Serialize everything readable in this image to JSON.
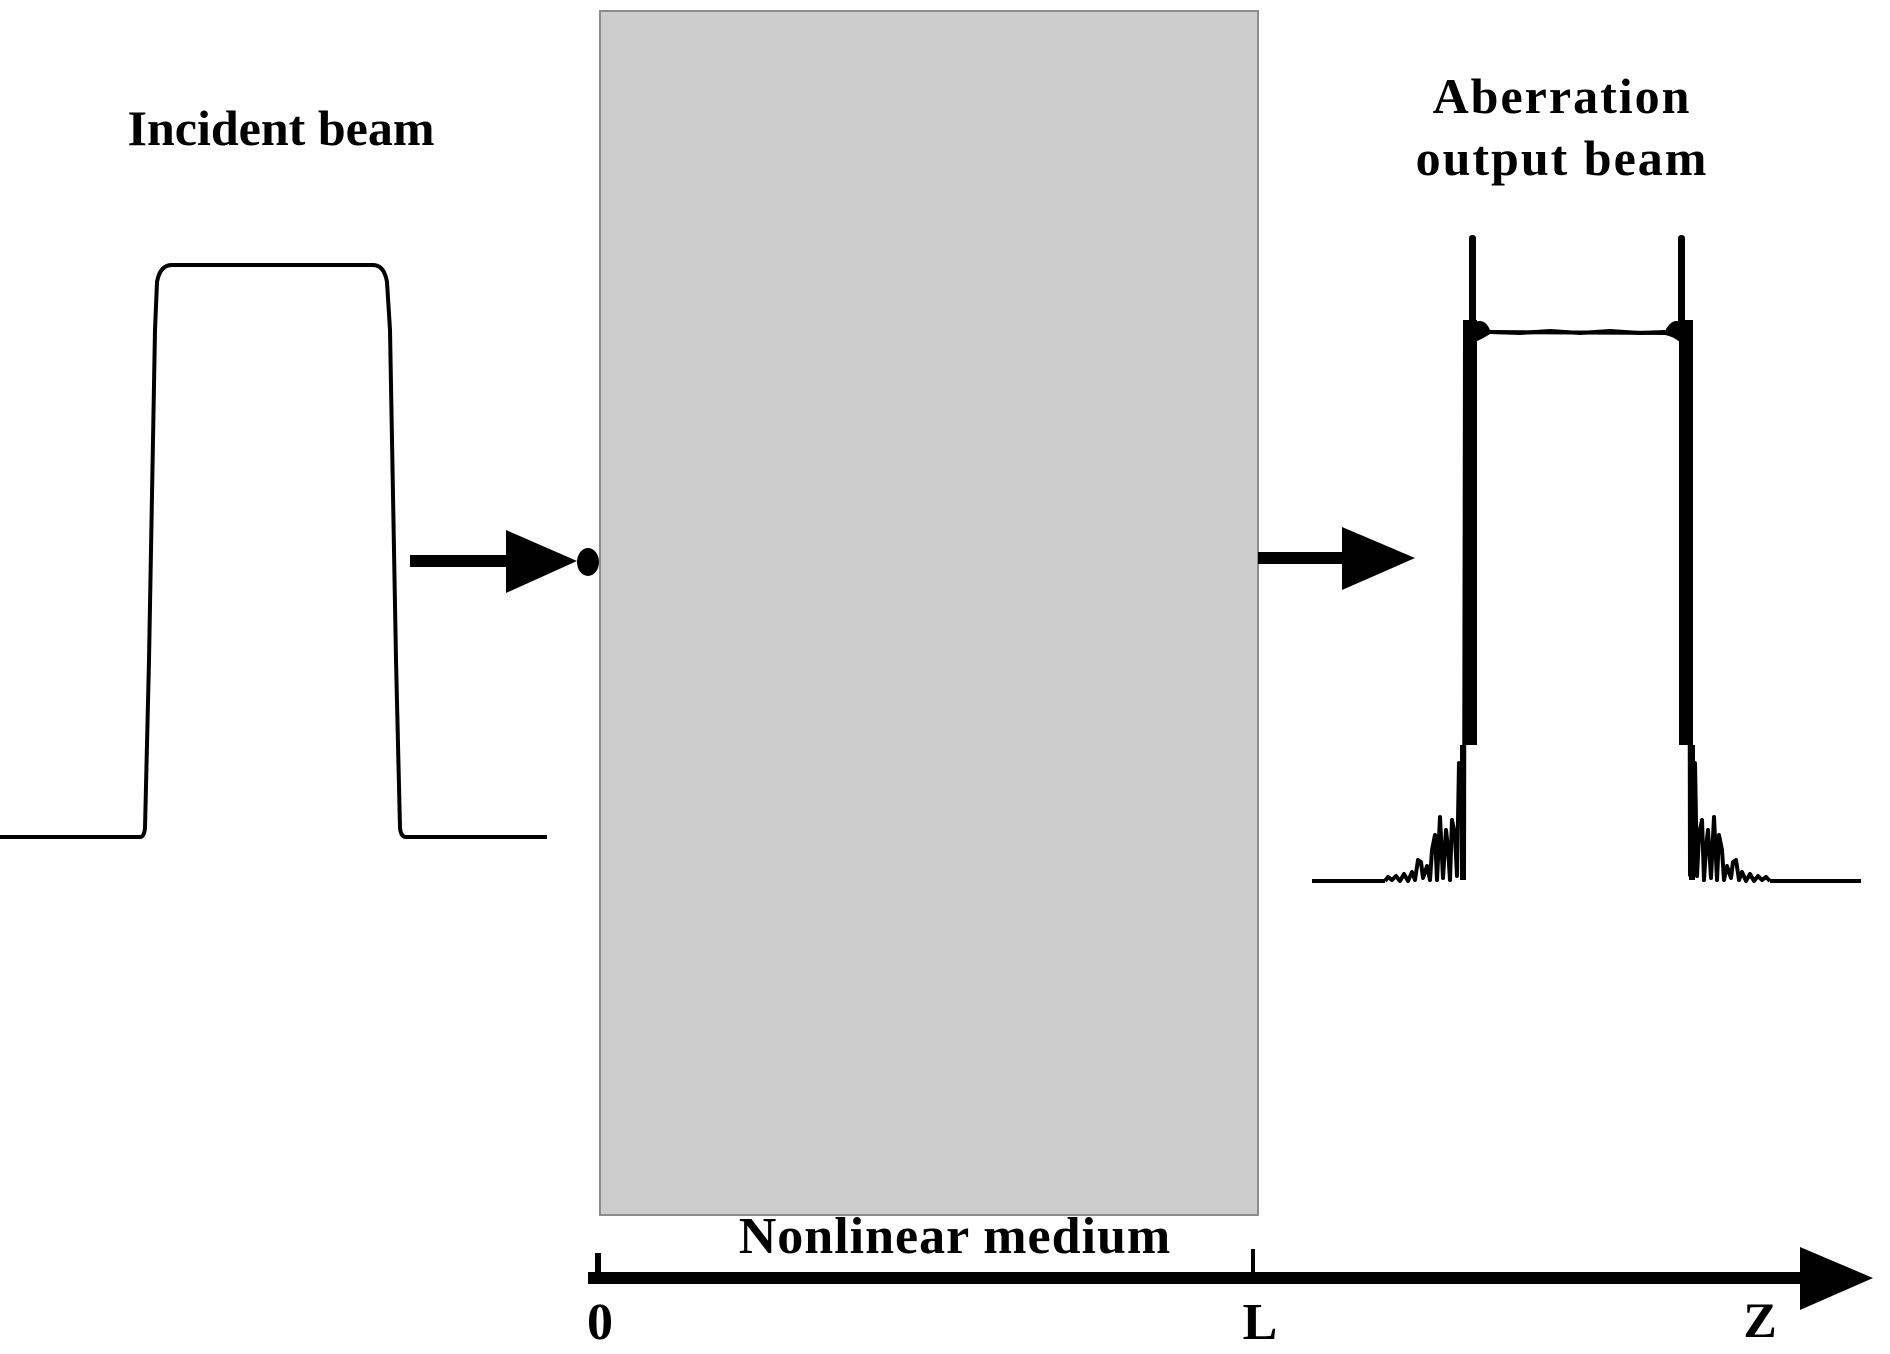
{
  "labels": {
    "incident_beam": "Incident beam",
    "output_beam_line1": "Aberration",
    "output_beam_line2": "output beam",
    "medium": "Nonlinear medium",
    "axis_start": "0",
    "axis_medium_end": "L",
    "axis_name": "Z"
  },
  "colors": {
    "medium_fill": "#cccccc",
    "medium_border": "#8c8c8c",
    "ink": "#000000",
    "background": "#ffffff"
  },
  "diagram": {
    "components": [
      {
        "id": "incident-beam-profile",
        "shape": "flat-top (super-Gaussian) pulse"
      },
      {
        "id": "input-arrow",
        "shape": "arrow with dot at medium entrance"
      },
      {
        "id": "nonlinear-medium",
        "shape": "gray rectangle"
      },
      {
        "id": "output-arrow",
        "shape": "arrow"
      },
      {
        "id": "output-beam-profile",
        "shape": "flat-top pulse with edge spikes and ripple oscillations"
      },
      {
        "id": "z-axis",
        "shape": "horizontal arrow with ticks at 0 and L"
      }
    ]
  }
}
